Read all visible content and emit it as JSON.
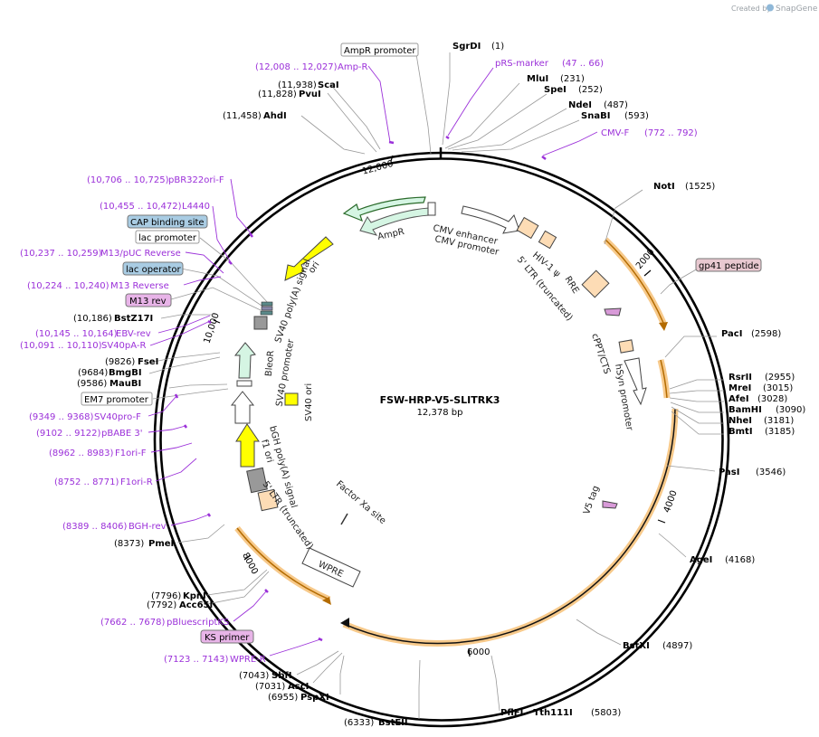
{
  "credit": {
    "prefix": "Created by",
    "brand": "SnapGene"
  },
  "plasmid": {
    "name": "FSW-HRP-V5-SLITRK3",
    "size_label": "12,378 bp",
    "length": 12378
  },
  "ruler": [
    "2000",
    "4000",
    "6000",
    "8000",
    "10,000",
    "12,000"
  ],
  "sites_right": [
    {
      "name": "SgrDI",
      "pos": "(1)"
    },
    {
      "name": "MluI",
      "pos": "(231)"
    },
    {
      "name": "SpeI",
      "pos": "(252)"
    },
    {
      "name": "NdeI",
      "pos": "(487)"
    },
    {
      "name": "SnaBI",
      "pos": "(593)"
    },
    {
      "name": "NotI",
      "pos": "(1525)"
    },
    {
      "name": "PacI",
      "pos": "(2598)"
    },
    {
      "name": "RsrII",
      "pos": "(2955)"
    },
    {
      "name": "MreI",
      "pos": "(3015)"
    },
    {
      "name": "AfeI",
      "pos": "(3028)"
    },
    {
      "name": "BamHI",
      "pos": "(3090)"
    },
    {
      "name": "NheI",
      "pos": "(3181)"
    },
    {
      "name": "BmtI",
      "pos": "(3185)"
    },
    {
      "name": "PasI",
      "pos": "(3546)"
    },
    {
      "name": "AgeI",
      "pos": "(4168)"
    },
    {
      "name": "BstXI",
      "pos": "(4897)"
    },
    {
      "name": "PflFI - Tth111I",
      "pos": "(5803)"
    }
  ],
  "sites_left": [
    {
      "name": "ScaI",
      "pos": "(11,938)"
    },
    {
      "name": "PvuI",
      "pos": "(11,828)"
    },
    {
      "name": "AhdI",
      "pos": "(11,458)"
    },
    {
      "name": "BstZ17I",
      "pos": "(10,186)"
    },
    {
      "name": "FseI",
      "pos": "(9826)"
    },
    {
      "name": "BmgBI",
      "pos": "(9684)"
    },
    {
      "name": "MauBI",
      "pos": "(9586)"
    },
    {
      "name": "PmeI",
      "pos": "(8373)"
    },
    {
      "name": "KpnI",
      "pos": "(7796)"
    },
    {
      "name": "Acc65I",
      "pos": "(7792)"
    },
    {
      "name": "SbfI",
      "pos": "(7043)"
    },
    {
      "name": "AscI",
      "pos": "(7031)"
    },
    {
      "name": "PspXI",
      "pos": "(6955)"
    },
    {
      "name": "BstEII",
      "pos": "(6333)"
    }
  ],
  "primers": [
    {
      "name": "pRS-marker",
      "pos": "(47 .. 66)"
    },
    {
      "name": "CMV-F",
      "pos": "(772 .. 792)"
    },
    {
      "name": "Amp-R",
      "pos": "(12,008 .. 12,027)"
    },
    {
      "name": "pBR322ori-F",
      "pos": "(10,706 .. 10,725)"
    },
    {
      "name": "L4440",
      "pos": "(10,455 .. 10,472)"
    },
    {
      "name": "M13/pUC Reverse",
      "pos": "(10,237 .. 10,259)"
    },
    {
      "name": "M13 Reverse",
      "pos": "(10,224 .. 10,240)"
    },
    {
      "name": "EBV-rev",
      "pos": "(10,145 .. 10,164)"
    },
    {
      "name": "SV40pA-R",
      "pos": "(10,091 .. 10,110)"
    },
    {
      "name": "SV40pro-F",
      "pos": "(9349 .. 9368)"
    },
    {
      "name": "pBABE 3'",
      "pos": "(9102 .. 9122)"
    },
    {
      "name": "F1ori-F",
      "pos": "(8962 .. 8983)"
    },
    {
      "name": "F1ori-R",
      "pos": "(8752 .. 8771)"
    },
    {
      "name": "BGH-rev",
      "pos": "(8389 .. 8406)"
    },
    {
      "name": "pBluescriptKS",
      "pos": "(7662 .. 7678)"
    },
    {
      "name": "WPRE-R",
      "pos": "(7123 .. 7143)"
    }
  ],
  "boxed": {
    "ampr_promoter": "AmpR promoter",
    "cap_site": "CAP binding site",
    "lac_promoter": "lac promoter",
    "lac_operator": "lac operator",
    "m13_rev": "M13 rev",
    "em7_promoter": "EM7 promoter",
    "ks_primer": "KS primer",
    "gp41": "gp41 peptide"
  },
  "features": {
    "cmv_enhancer": "CMV enhancer",
    "cmv_promoter": "CMV promoter",
    "ampr": "AmpR",
    "ori": "ori",
    "hiv_psi": "HIV-1 ψ",
    "ltr_5": "5' LTR (truncated)",
    "rre": "RRE",
    "cppt": "cPPT/CTS",
    "hsyn": "hSyn promoter",
    "v5": "V5 tag",
    "sv40_polya": "SV40 poly(A) signal",
    "bleor": "BleoR",
    "sv40_promoter": "SV40 promoter",
    "sv40_ori": "SV40 ori",
    "bgh": "bGH poly(A) signal",
    "f1": "f1 ori",
    "ltr_5b": "5' LTR (truncated)",
    "factor_xa": "Factor Xa site",
    "wpre": "WPRE"
  },
  "colors": {
    "primer": "#9b30d9",
    "orange_arc": "#f5b041",
    "ampr_green": "#d5f5e3",
    "ori_yellow": "#ffff00",
    "cap_blue": "#a9cce3",
    "pink_box": "#e8b4e8",
    "peach": "#fddcb5"
  }
}
